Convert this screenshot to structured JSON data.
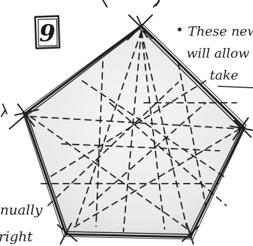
{
  "badge": {
    "number": "9"
  },
  "notes": {
    "top_right": [
      "These new",
      "will allow",
      "take"
    ],
    "bottom_left": [
      "nually",
      "right"
    ]
  }
}
